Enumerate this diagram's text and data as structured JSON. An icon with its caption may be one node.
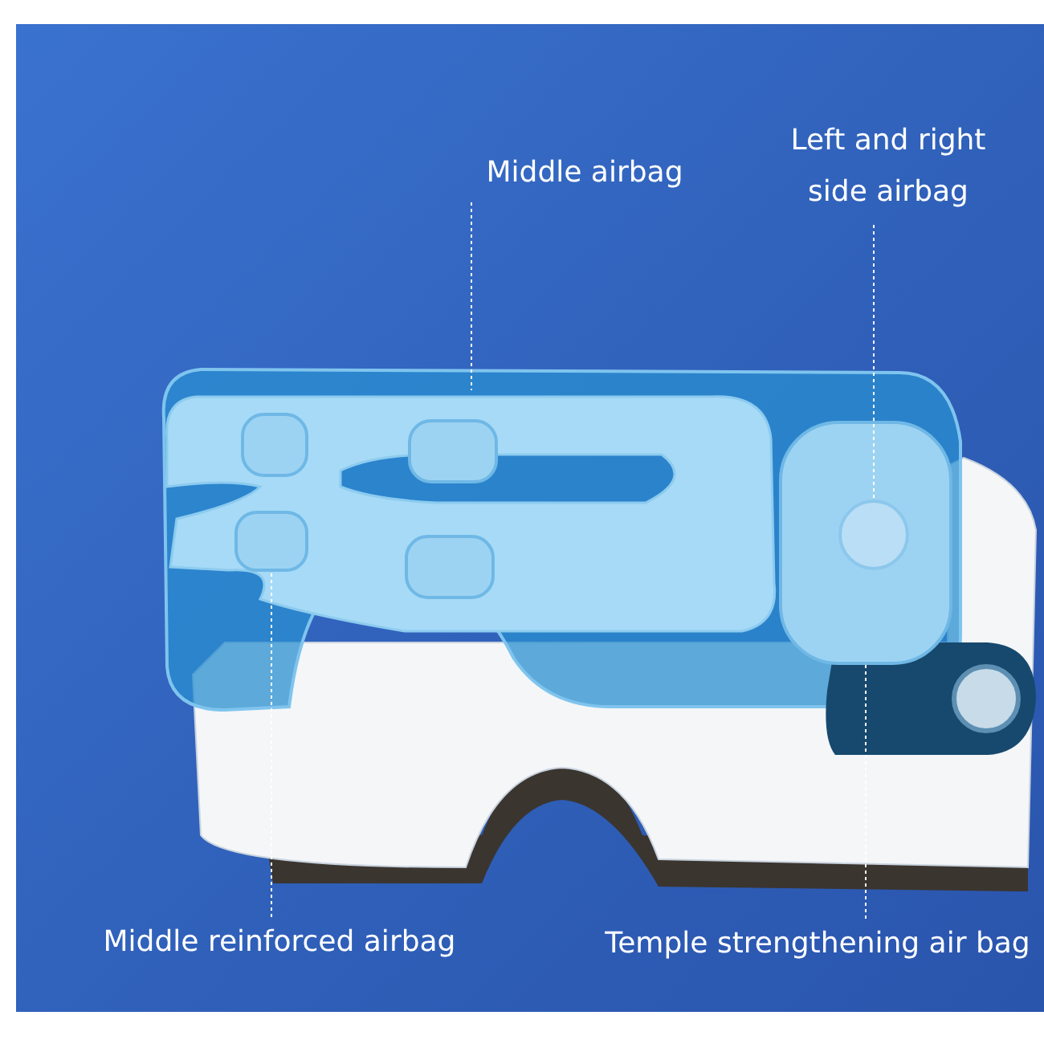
{
  "diagram": {
    "nodes": [
      {
        "text": [
          "Middle airbag"
        ]
      },
      {
        "text": [
          "Left and right side airbag"
        ]
      },
      {
        "text": [
          "Middle reinforced airbag"
        ]
      },
      {
        "text": [
          "Temple strengthening air bag"
        ]
      },
      {
        "text": [],
        "shape": "picture"
      },
      {
        "text": [],
        "shape": "box",
        "in": 4
      },
      {
        "text": [],
        "shape": "box",
        "in": 4
      },
      {
        "text": [],
        "shape": "box",
        "in": 4
      },
      {
        "text": [],
        "shape": "box",
        "in": 4
      },
      {
        "text": [],
        "shape": "box"
      },
      {
        "text": [],
        "shape": "circle",
        "in": 9
      }
    ],
    "edges": [
      {
        "from": 0,
        "to": 4,
        "arrow": "none"
      },
      {
        "from": 1,
        "to": 10,
        "arrow": "none"
      },
      {
        "from": 2,
        "to": 6,
        "arrow": "none"
      },
      {
        "from": 3,
        "to": 9,
        "arrow": "none"
      }
    ]
  }
}
